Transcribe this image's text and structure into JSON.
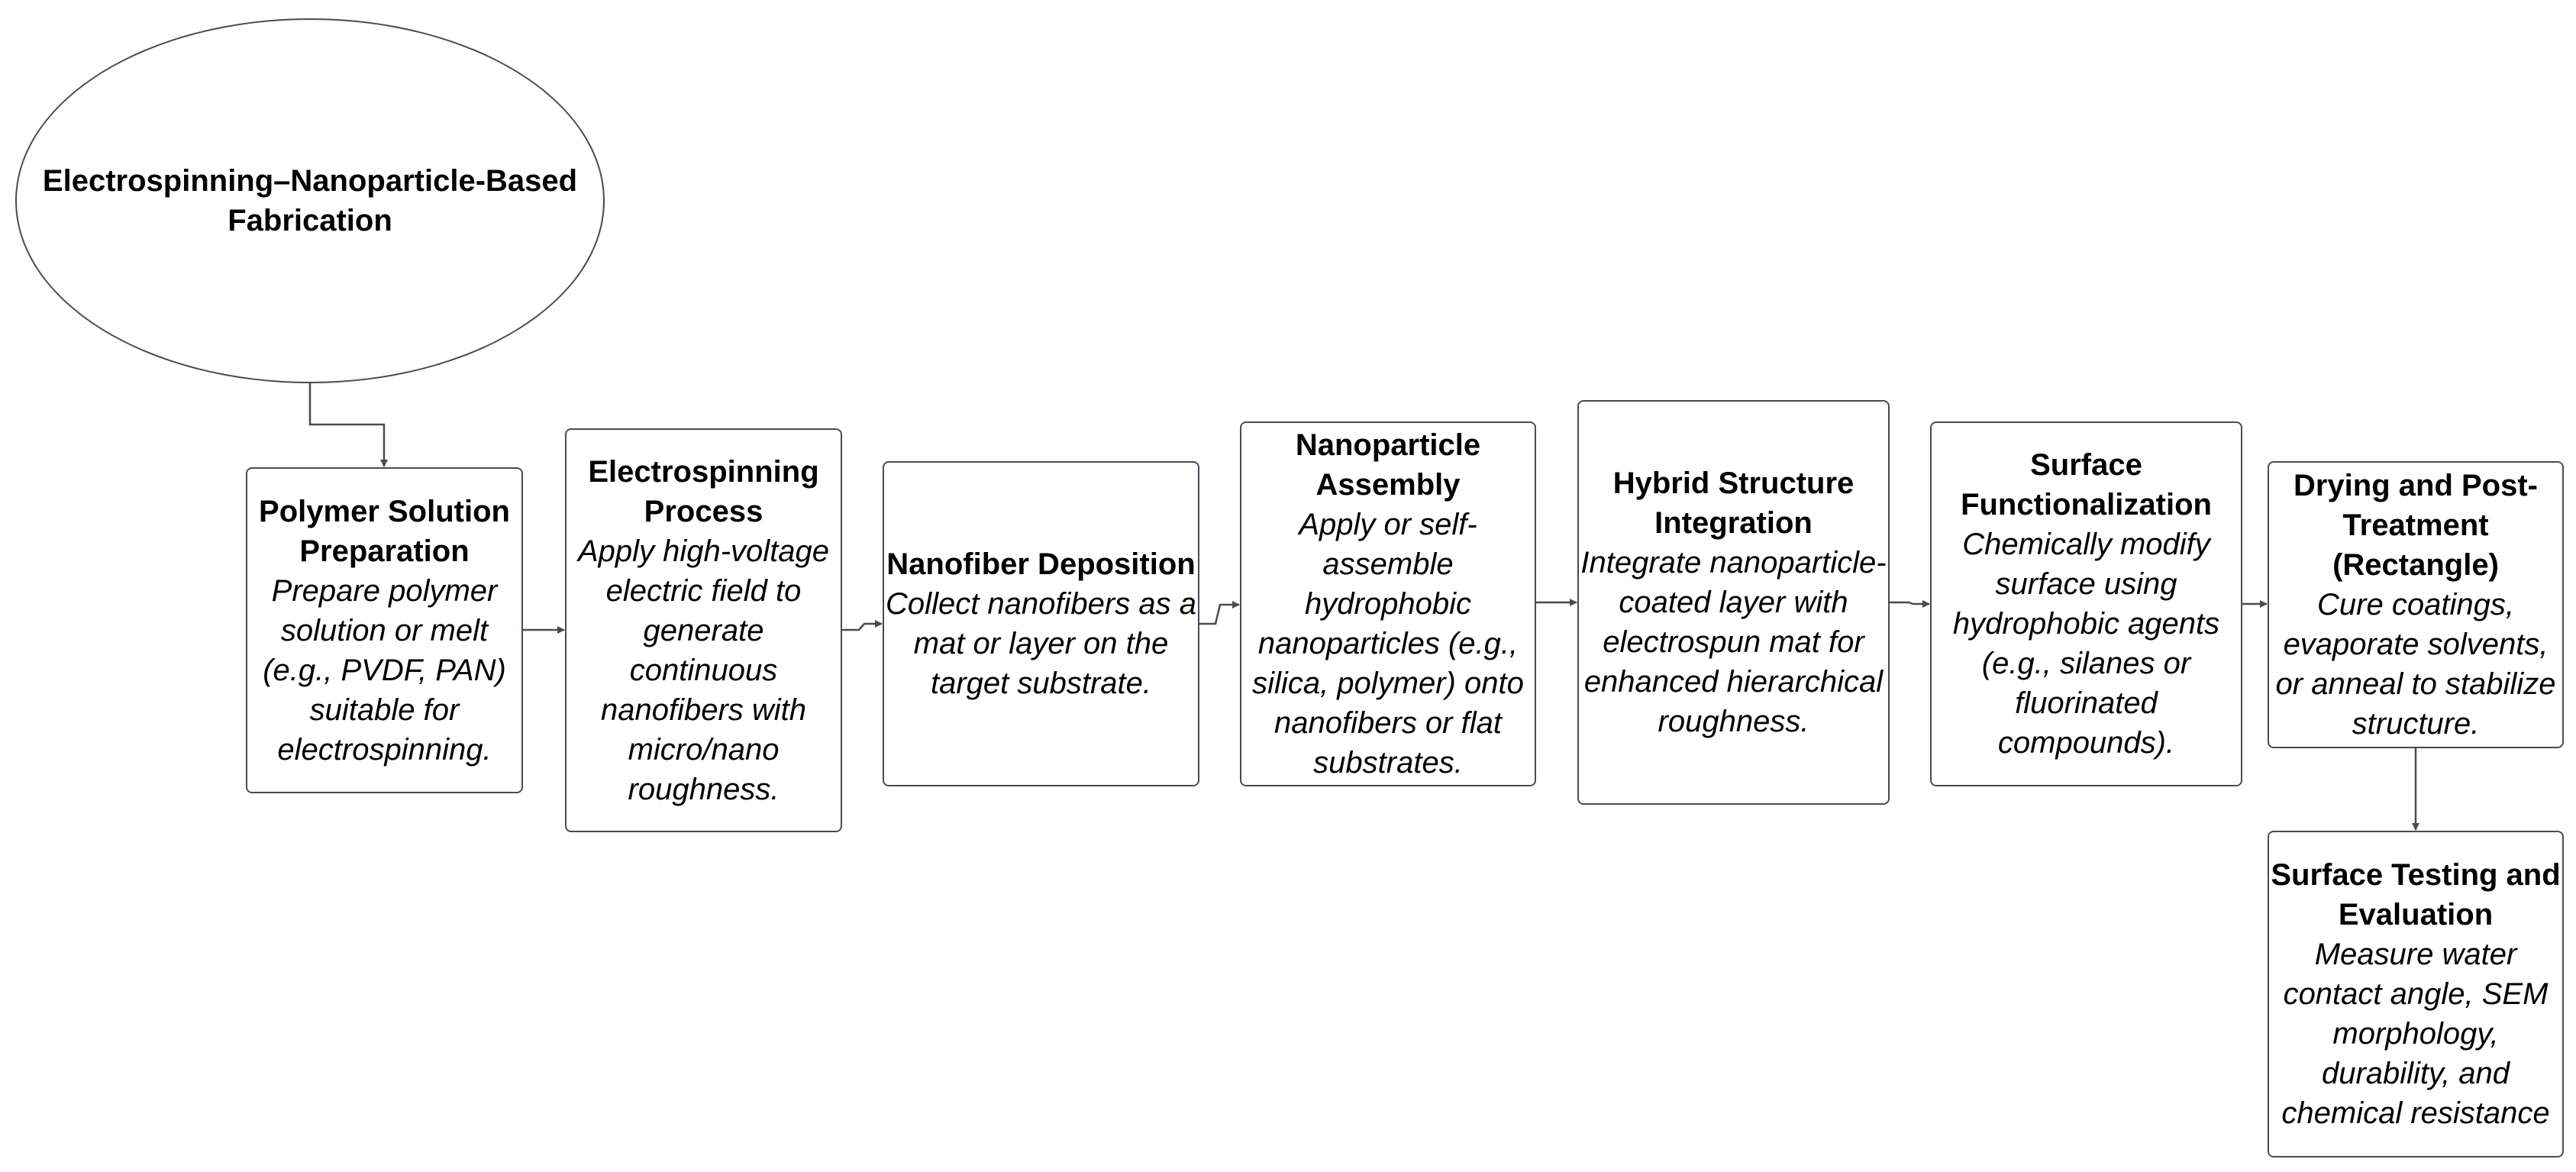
{
  "title": "Electrospinning–Nanoparticle-Based Fabrication",
  "colors": {
    "stroke": "#4a4a55",
    "text": "#000000",
    "background": "#ffffff"
  },
  "steps": [
    {
      "title": "Polymer Solution Preparation",
      "desc": "Prepare polymer solution or melt (e.g., PVDF, PAN) suitable for electrospinning."
    },
    {
      "title": "Electrospinning Process",
      "desc": "Apply high-voltage electric field to generate continuous nanofibers with micro/nano roughness."
    },
    {
      "title": "Nanofiber Deposition",
      "desc": "Collect nanofibers as a mat or layer on the target substrate."
    },
    {
      "title": "Nanoparticle Assembly",
      "desc": "Apply or self-assemble hydrophobic nanoparticles (e.g., silica, polymer) onto nanofibers or flat substrates."
    },
    {
      "title": "Hybrid Structure Integration",
      "desc": "Integrate nanoparticle-coated layer with electrospun mat for enhanced hierarchical roughness."
    },
    {
      "title": "Surface Functionalization",
      "desc": "Chemically modify surface using hydrophobic agents (e.g., silanes or fluorinated compounds)."
    },
    {
      "title": "Drying and Post-Treatment (Rectangle)",
      "desc": "Cure coatings, evaporate solvents, or anneal to stabilize structure."
    },
    {
      "title": "Surface Testing and Evaluation",
      "desc": "Measure water contact angle, SEM morphology, durability, and chemical resistance"
    }
  ]
}
